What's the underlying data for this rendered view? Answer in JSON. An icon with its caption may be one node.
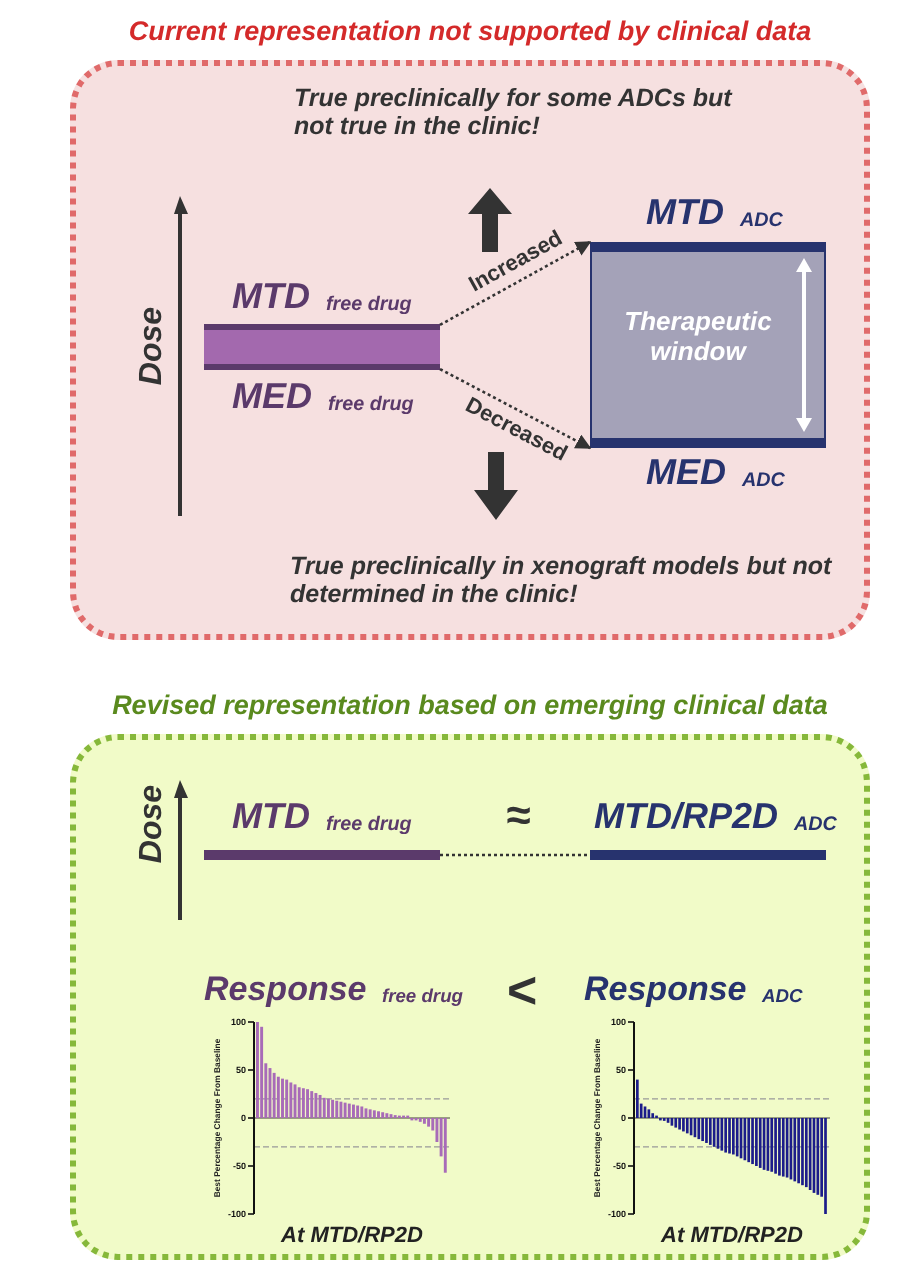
{
  "diagram": {
    "nodes": [
      {
        "text": [
          "Current representation not supported by clinical data"
        ]
      },
      {
        "text": [
          "MTD $_{free drug}$",
          "MED $_{free drug}$"
        ],
        "in": 0
      },
      {
        "text": [
          "MTD $_{ADC}$",
          "Therapeutic window",
          "MED $_{ADC}$"
        ],
        "in": 0
      },
      {
        "text": [
          "Revised representation based on emerging clinical data"
        ]
      },
      {
        "text": [
          "MTD $_{free drug}$"
        ],
        "in": 3
      },
      {
        "text": [
          "MTD/RP2D $_{ADC}$"
        ],
        "in": 3
      }
    ],
    "edges": [
      {
        "from": 1,
        "to": 2,
        "arrow": "to",
        "label": "Increased",
        "style": "dashed"
      },
      {
        "from": 1,
        "to": 2,
        "arrow": "to",
        "label": "Decreased",
        "style": "dashed"
      },
      {
        "from": 4,
        "to": 5,
        "arrow": "none",
        "style": "dashed"
      }
    ],
    "labels": [
      "True preclinically for some ADCs but not true in the clinic!",
      "Dose",
      "True preclinically in xenograft models but not determined in the clinic!",
      "Dose",
      "≈",
      "<"
    ],
    "chart_data": [
      {
        "type": "bar",
        "title": "Response $_{free drug}$",
        "xlabel": "At MTD/RP2D",
        "ylabel": "Best Percentage Change From Baseline",
        "ylim": [
          -100,
          100
        ],
        "yticks": [
          100,
          50,
          0,
          -50,
          -100
        ],
        "series": [
          {
            "color": "#a86bb8",
            "values": [
              100,
              95,
              57,
              52,
              47,
              43,
              41,
              40,
              37,
              35,
              32,
              31,
              30,
              28,
              26,
              24,
              21,
              20,
              19,
              18,
              17,
              16,
              15,
              14,
              13,
              12,
              10,
              9,
              8,
              7,
              6,
              5,
              4,
              3,
              2,
              1,
              0,
              -1,
              -2,
              -4,
              -6,
              -9,
              -13,
              -25,
              -40,
              -57
            ]
          }
        ]
      },
      {
        "type": "bar",
        "title": "Response $_{ADC}$",
        "xlabel": "At MTD/RP2D",
        "ylabel": "Best Percentage Change From Baseline",
        "ylim": [
          -100,
          100
        ],
        "yticks": [
          100,
          50,
          0,
          -50,
          -100
        ],
        "series": [
          {
            "color": "#1c1c8a",
            "values": [
              40,
              15,
              12,
              9,
              5,
              2,
              -1,
              -3,
              -5,
              -8,
              -10,
              -12,
              -14,
              -16,
              -18,
              -20,
              -22,
              -24,
              -26,
              -28,
              -30,
              -32,
              -34,
              -36,
              -37,
              -38,
              -40,
              -42,
              -44,
              -46,
              -48,
              -50,
              -52,
              -54,
              -55,
              -56,
              -58,
              -60,
              -61,
              -62,
              -64,
              -66,
              -68,
              -70,
              -72,
              -75,
              -78,
              -80,
              -82,
              -100
            ]
          }
        ]
      }
    ]
  }
}
